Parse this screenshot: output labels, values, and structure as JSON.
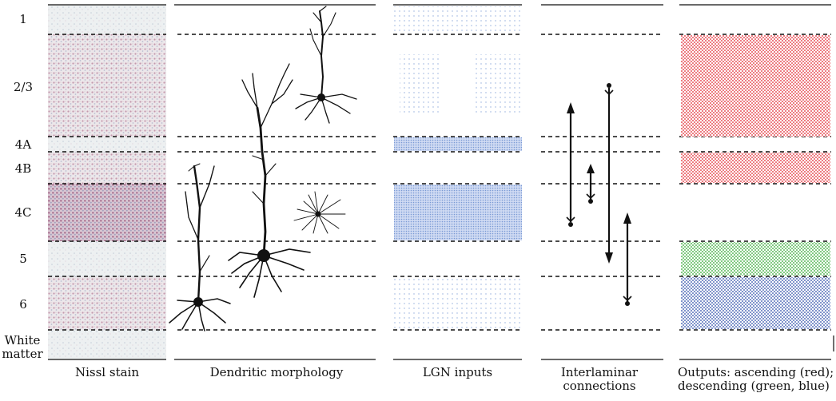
{
  "layers": [
    "1",
    "2/3",
    "4A",
    "4B",
    "4C",
    "5",
    "6",
    "White matter"
  ],
  "columns": {
    "nissl": "Nissl stain",
    "dendritic": "Dendritic morphology",
    "lgn": "LGN inputs",
    "interlaminar": "Interlaminar connections",
    "outputs": "Outputs:  ascending (red); descending (green, blue)"
  },
  "colors": {
    "stain_pink": "#a3587a",
    "stain_blue": "#b7c5d8",
    "lgn_blue": "#6b8fd0",
    "output_red": "#e0202a",
    "output_green": "#2aa52a",
    "output_blue": "#2747a6",
    "neuron": "#111111"
  }
}
